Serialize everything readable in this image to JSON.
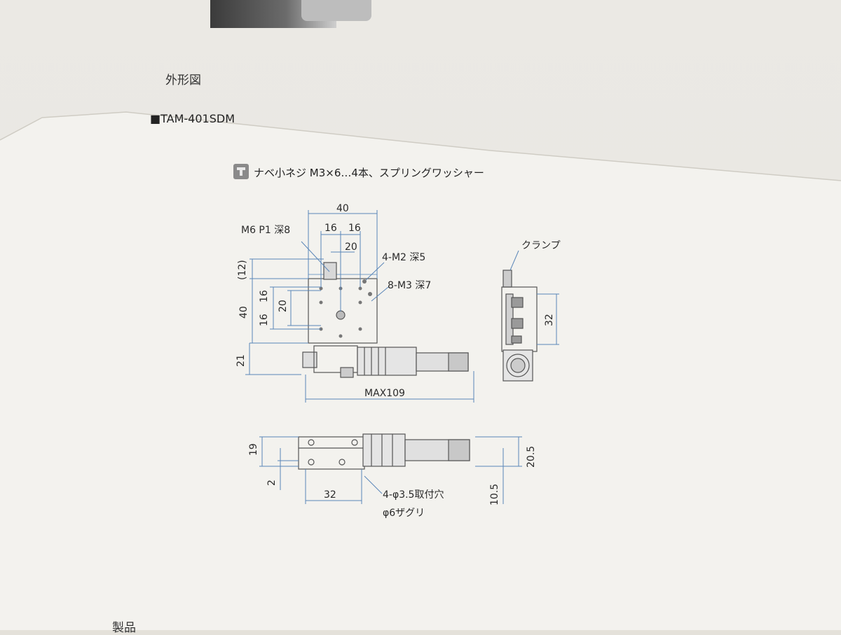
{
  "section_title": "外形図",
  "model": "■TAM-401SDM",
  "note": "ナベ小ネジ M3×6…4本、スプリングワッシャー",
  "footer": "製品",
  "top_view": {
    "dim_40_top": "40",
    "dim_16a": "16",
    "dim_16b": "16",
    "dim_20_top": "20",
    "label_m6": "M6 P1 深8",
    "label_4m2": "4-M2 深5",
    "label_8m3": "8-M3 深7",
    "dim_12": "(12)",
    "dim_40_left": "40",
    "dim_16_left_a": "16",
    "dim_20_left": "20",
    "dim_16_left_b": "16",
    "dim_21": "21",
    "dim_max": "MAX109"
  },
  "side_view": {
    "label_clamp": "クランプ",
    "dim_32": "32"
  },
  "front_view": {
    "dim_19": "19",
    "dim_2": "2",
    "dim_32": "32",
    "label_holes": "4-φ3.5取付穴",
    "label_counterbore": "φ6ザグリ",
    "dim_20_5": "20.5",
    "dim_10_5": "10.5"
  }
}
